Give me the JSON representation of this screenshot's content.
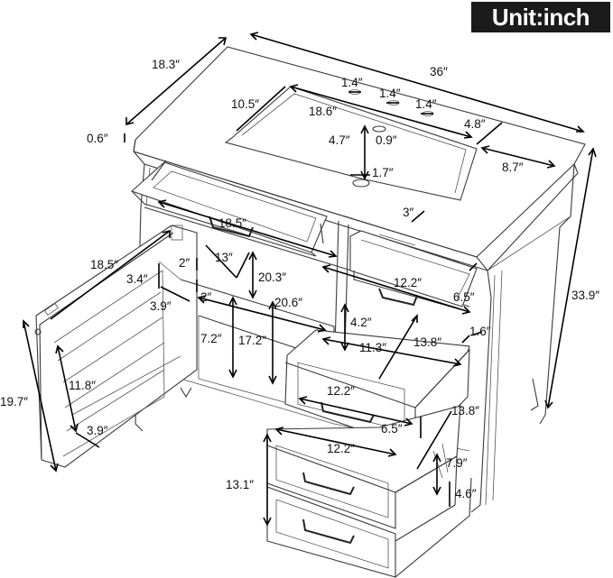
{
  "unit_label": "Unit:inch",
  "dimensions": {
    "width_total": "36″",
    "depth_total": "18.3″",
    "top_thickness": "0.6″",
    "height_total": "33.9″",
    "basin_depth": "10.5″",
    "basin_width": "18.6″",
    "hole_spacing_1": "1.4″",
    "hole_spacing_2": "1.4″",
    "hole_spacing_3": "1.4″",
    "faucet_offset": "4.8″",
    "side_deck": "8.7″",
    "basin_inner": "4.7″",
    "hole_dia": "0.9″",
    "drain_dia": "1.7″",
    "basin_gap": "3″",
    "flip_drawer_width": "18.5″",
    "door_height_outer": "18.5″",
    "inner_depth": "13″",
    "small_gap_a": "2″",
    "small_gap_b": "2″",
    "cabinet_inner_height": "20.3″",
    "shelf_pocket_height": "3.4″",
    "shelf_pocket_depth": "3.9″",
    "cabinet_inner_depth": "20.6″",
    "shelf_gap": "7.2″",
    "lower_cabinet_height": "17.2″",
    "door_height": "19.7″",
    "door_shelf_height": "11.8″",
    "door_shelf_depth": "3.9″",
    "small_drawer_width": "12.2″",
    "small_drawer_height": "6.5″",
    "drawer_inner_height": "4.2″",
    "drawer_inner_width": "11.3″",
    "drawer_inner_depth": "13.8″",
    "side_gap": "1.6″",
    "drawer1_width": "12.2″",
    "drawer1_height": "6.5″",
    "drawer1_depth": "13.8″",
    "drawer2_width": "12.2″",
    "drawer2_height": "7.9″",
    "drawer2_inner": "4.6″",
    "bottom_drawers_height": "13.1″"
  }
}
